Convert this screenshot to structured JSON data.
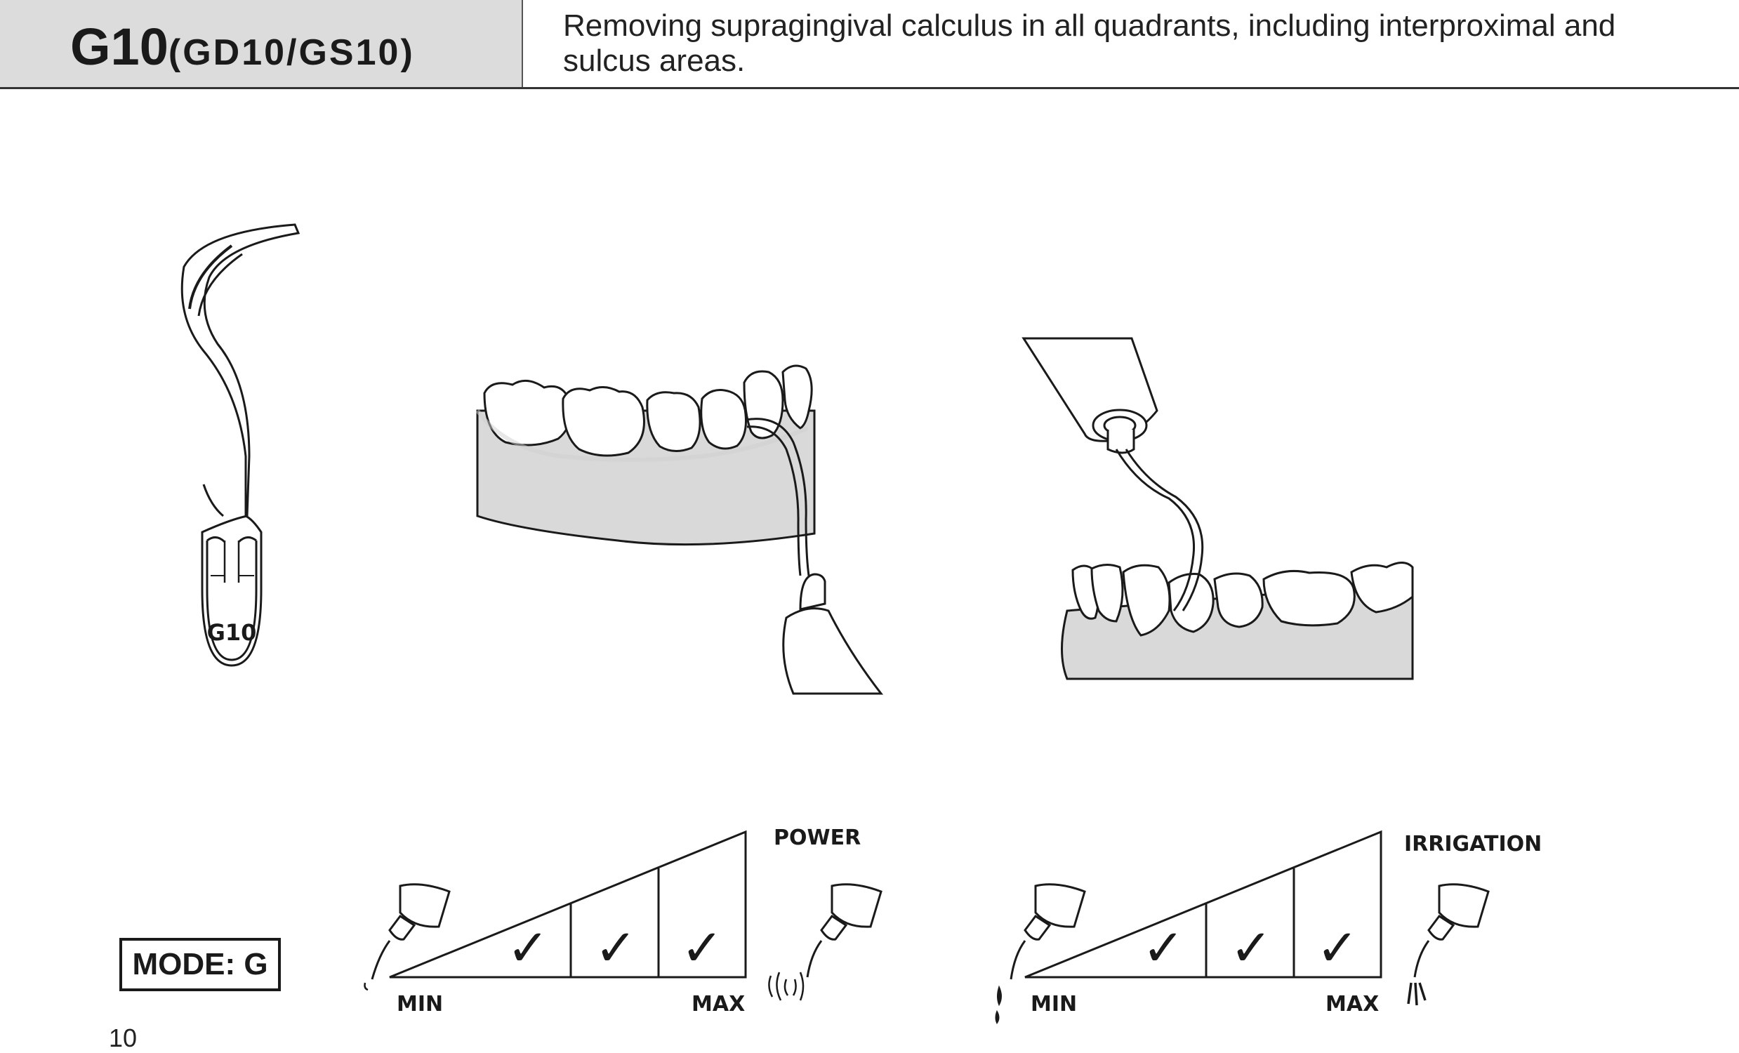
{
  "header": {
    "model_code": "G10",
    "model_variants": "(GD10/GS10)",
    "description": "Removing supragingival calculus in all quadrants, including interproximal and sulcus areas."
  },
  "tip_label": "G10",
  "power_scale": {
    "title": "POWER",
    "min_label": "MIN",
    "max_label": "MAX",
    "check_mark": "✓",
    "checked_levels": [
      2,
      3,
      4
    ]
  },
  "irrigation_scale": {
    "title": "IRRIGATION",
    "min_label": "MIN",
    "max_label": "MAX",
    "check_mark": "✓",
    "checked_levels": [
      2,
      3,
      4
    ]
  },
  "mode_label": "MODE: G",
  "page_number": "10",
  "colors": {
    "gum": "#d9d9d9",
    "header_bg": "#dcdcdc",
    "line": "#1a1a1a"
  }
}
